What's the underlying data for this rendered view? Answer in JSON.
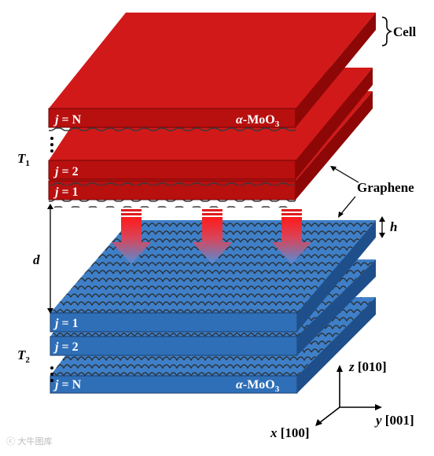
{
  "colors": {
    "red_top": "#d21919",
    "red_front": "#b80f0f",
    "red_side": "#8e0707",
    "blue_top": "#3e7fc8",
    "blue_front": "#2f6fb8",
    "blue_side": "#1f4f8a",
    "lattice": "#2a2a2a"
  },
  "labels": {
    "cell": "Cell",
    "graphene": "Graphene",
    "t1": "T",
    "t1_sub": "1",
    "t2": "T",
    "t2_sub": "2",
    "d": "d",
    "h": "h",
    "dots": "⋮"
  },
  "red_slabs": {
    "jN_j": "j",
    "jN_rest": " = N",
    "jN_material_alpha": "α",
    "jN_material": "-MoO",
    "jN_material_sub": "3",
    "j2_j": "j",
    "j2_rest": " = 2",
    "j1_j": "j",
    "j1_rest": " = 1"
  },
  "blue_slabs": {
    "j1_j": "j",
    "j1_rest": " = 1",
    "j2_j": "j",
    "j2_rest": " = 2",
    "jN_j": "j",
    "jN_rest": " = N",
    "jN_material_alpha": "α",
    "jN_material": "-MoO",
    "jN_material_sub": "3"
  },
  "axes": {
    "z_label": "z",
    "z_dir": " [010]",
    "y_label": "y",
    "y_dir": " [001]",
    "x_label": "x",
    "x_dir": " [100]"
  },
  "watermark": "ⓒ 大牛图库"
}
